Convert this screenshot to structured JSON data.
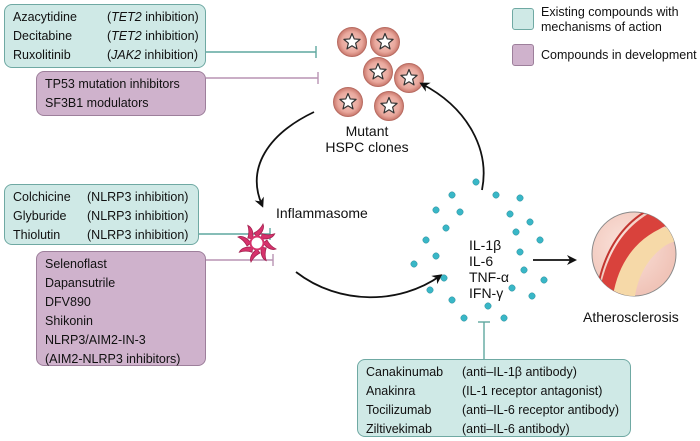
{
  "legend": {
    "existing": "Existing compounds with mechanisms of action",
    "existing_line1": "Existing compounds with",
    "existing_line2": "mechanisms of action",
    "development": "Compounds in development",
    "existing_color": "#cfe9e6",
    "development_color": "#cfb2cc"
  },
  "hspc_box": {
    "rows": [
      {
        "drug": "Azacytidine",
        "pre": "(",
        "gene": "TET2",
        "post": " inhibition)"
      },
      {
        "drug": "Decitabine",
        "pre": "(",
        "gene": "TET2",
        "post": " inhibition)"
      },
      {
        "drug": "Ruxolitinib",
        "pre": "(",
        "gene": "JAK2",
        "post": " inhibition)"
      }
    ]
  },
  "hspc_dev_box": {
    "items": [
      "TP53 mutation inhibitors",
      "SF3B1 modulators"
    ]
  },
  "hspc_label": {
    "line1": "Mutant",
    "line2": "HSPC clones"
  },
  "inflammasome_box": {
    "rows": [
      {
        "drug": "Colchicine",
        "mech": "(NLRP3 inhibition)"
      },
      {
        "drug": "Glyburide",
        "mech": "(NLRP3 inhibition)"
      },
      {
        "drug": "Thiolutin",
        "mech": "(NLRP3 inhibition)"
      }
    ]
  },
  "inflammasome_dev_box": {
    "items": [
      "Selenoflast",
      "Dapansutrile",
      "DFV890",
      "Shikonin",
      "NLRP3/AIM2-IN-3",
      "(AIM2-NLRP3 inhibitors)"
    ]
  },
  "inflammasome_label": "Inflammasome",
  "cytokines": [
    "IL-1β",
    "IL-6",
    "TNF-α",
    "IFN-γ"
  ],
  "atherosclerosis_label": "Atherosclerosis",
  "cytokine_box": {
    "rows": [
      {
        "drug": "Canakinumab",
        "mech": "(anti–IL-1β antibody)"
      },
      {
        "drug": "Anakinra",
        "mech": "(IL-1 receptor antagonist)"
      },
      {
        "drug": "Tocilizumab",
        "mech": "(anti–IL-6 receptor antibody)"
      },
      {
        "drug": "Ziltivekimab",
        "mech": "(anti–IL-6 antibody)"
      }
    ]
  }
}
